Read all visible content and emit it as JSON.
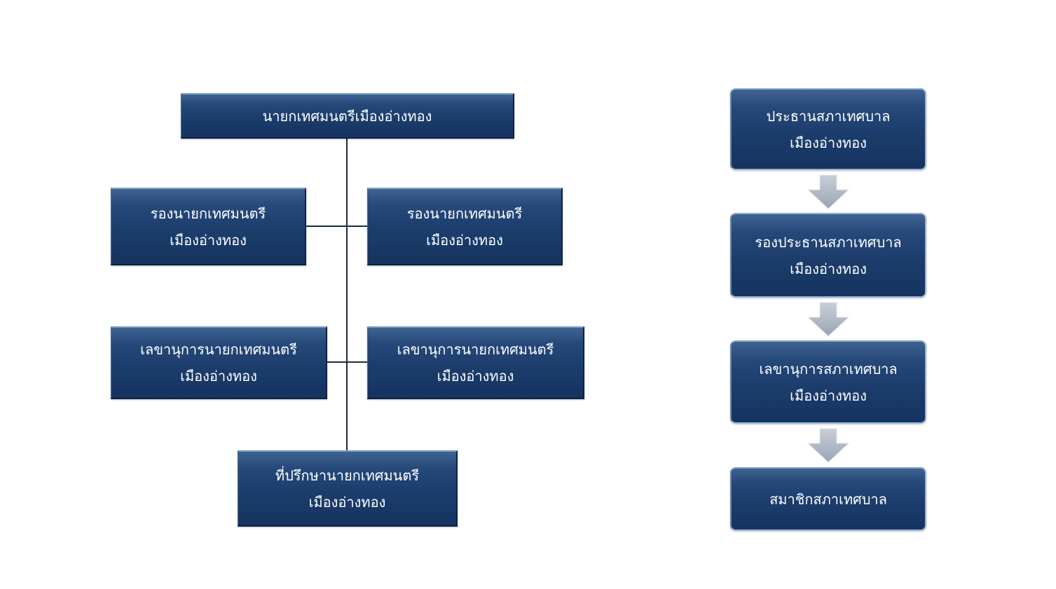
{
  "left_chart": {
    "mayor": {
      "line1": "นายกเทศมนตรีเมืองอ่างทอง"
    },
    "deputy_left": {
      "line1": "รองนายกเทศมนตรี",
      "line2": "เมืองอ่างทอง"
    },
    "deputy_right": {
      "line1": "รองนายกเทศมนตรี",
      "line2": "เมืองอ่างทอง"
    },
    "secretary_left": {
      "line1": "เลขานุการนายกเทศมนตรี",
      "line2": "เมืองอ่างทอง"
    },
    "secretary_right": {
      "line1": "เลขานุการนายกเทศมนตรี",
      "line2": "เมืองอ่างทอง"
    },
    "advisor": {
      "line1": "ที่ปรึกษานายกเทศมนตรี",
      "line2": "เมืองอ่างทอง"
    }
  },
  "right_chart": {
    "council_president": {
      "line1": "ประธานสภาเทศบาล",
      "line2": "เมืองอ่างทอง"
    },
    "council_vice_president": {
      "line1": "รองประธานสภาเทศบาล",
      "line2": "เมืองอ่างทอง"
    },
    "council_secretary": {
      "line1": "เลขานุการสภาเทศบาล",
      "line2": "เมืองอ่างทอง"
    },
    "council_member": {
      "line1": "สมาชิกสภาเทศบาล"
    }
  },
  "colors": {
    "box_fill": "#1c3d6c",
    "connector": "#1b2b45",
    "arrow": "#a9b1c2"
  }
}
